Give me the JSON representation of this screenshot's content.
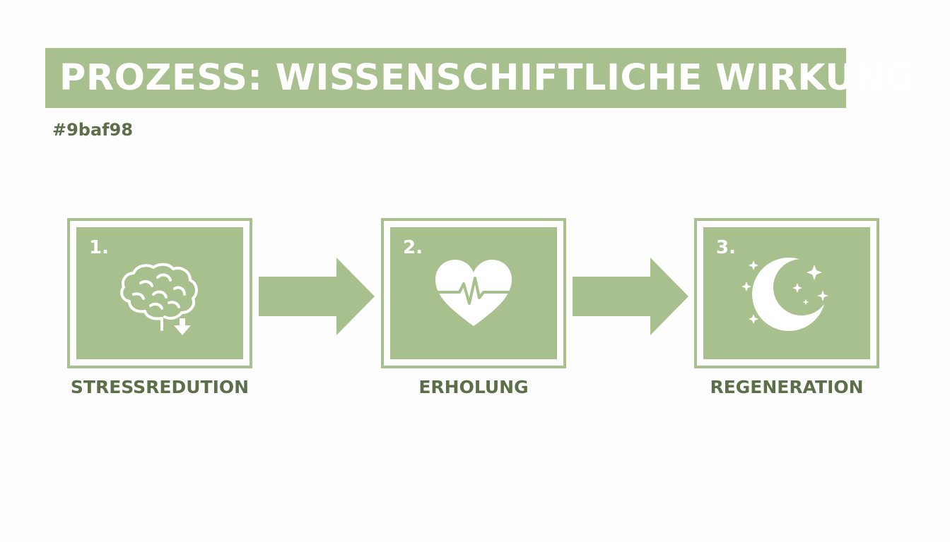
{
  "title": "PROZESS: WISSENSCHIFTLICHE WIRKUNG",
  "color_code": "#9baf98",
  "colors": {
    "accent": "#a8c08d",
    "text_dark": "#5c6f48",
    "background": "#fdfefd",
    "icon": "#ffffff"
  },
  "steps": [
    {
      "number": "1.",
      "label": "STRESSREDUTION",
      "icon": "brain-down-arrow-icon"
    },
    {
      "number": "2.",
      "label": "ERHOLUNG",
      "icon": "heart-pulse-icon"
    },
    {
      "number": "3.",
      "label": "REGENERATION",
      "icon": "moon-stars-icon"
    }
  ]
}
